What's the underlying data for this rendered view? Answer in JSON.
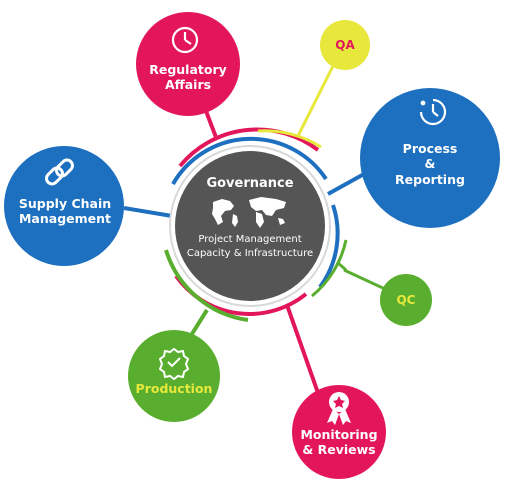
{
  "colors": {
    "red": "#e3165b",
    "blue": "#1d6fbf",
    "yellow": "#e8e83c",
    "green": "#5aae2f",
    "center": "#555555",
    "production_text": "#e8e83c",
    "qa_text": "#e3165b"
  },
  "center": {
    "title": "Governance",
    "line1": "Project Management",
    "line2": "Capacity & Infrastructure",
    "icon": "world-map-icon"
  },
  "nodes": {
    "regulatory": {
      "line1": "Regulatory",
      "line2": "Affairs",
      "icon": "clock-icon"
    },
    "qa": {
      "line1": "QA"
    },
    "process": {
      "line1": "Process",
      "line2": "&",
      "line3": "Reporting",
      "icon": "timer-icon"
    },
    "supply": {
      "line1": "Supply Chain",
      "line2": "Management",
      "icon": "chain-link-icon"
    },
    "qc": {
      "line1": "QC"
    },
    "production": {
      "line1": "Production",
      "icon": "badge-check-icon"
    },
    "monitoring": {
      "line1": "Monitoring",
      "line2": "& Reviews",
      "icon": "award-ribbon-icon"
    }
  }
}
